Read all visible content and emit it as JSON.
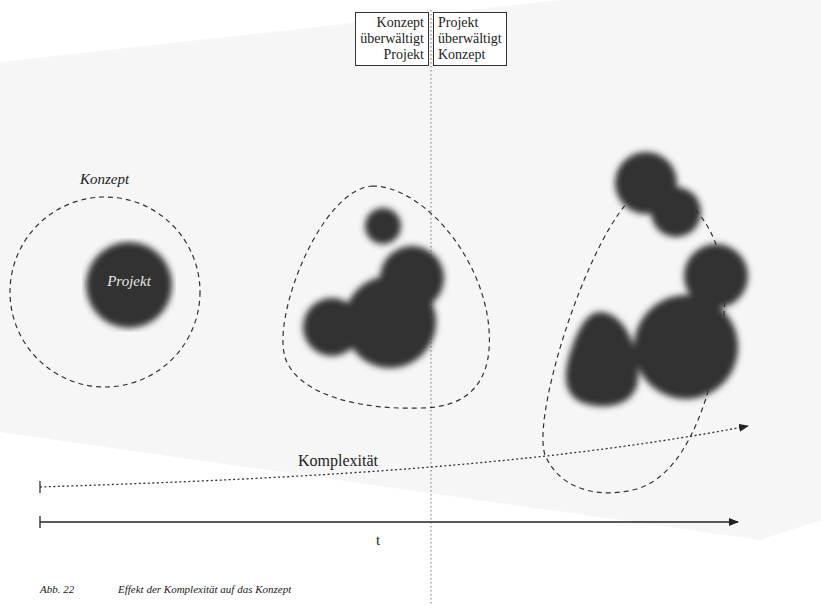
{
  "diagram": {
    "caption": "Effekt der Komplexität auf das Konzept",
    "nodes": [
      {
        "text": [
          "Konzept überwältigt Projekt"
        ]
      },
      {
        "text": [
          "Projekt überwältigt Konzept"
        ]
      },
      {
        "text": [
          "Konzept"
        ]
      },
      {
        "text": [
          "Projekt"
        ],
        "in": 2
      }
    ],
    "edges": [],
    "labels": [
      "Komplexität",
      "t",
      "Abb. 22"
    ]
  }
}
